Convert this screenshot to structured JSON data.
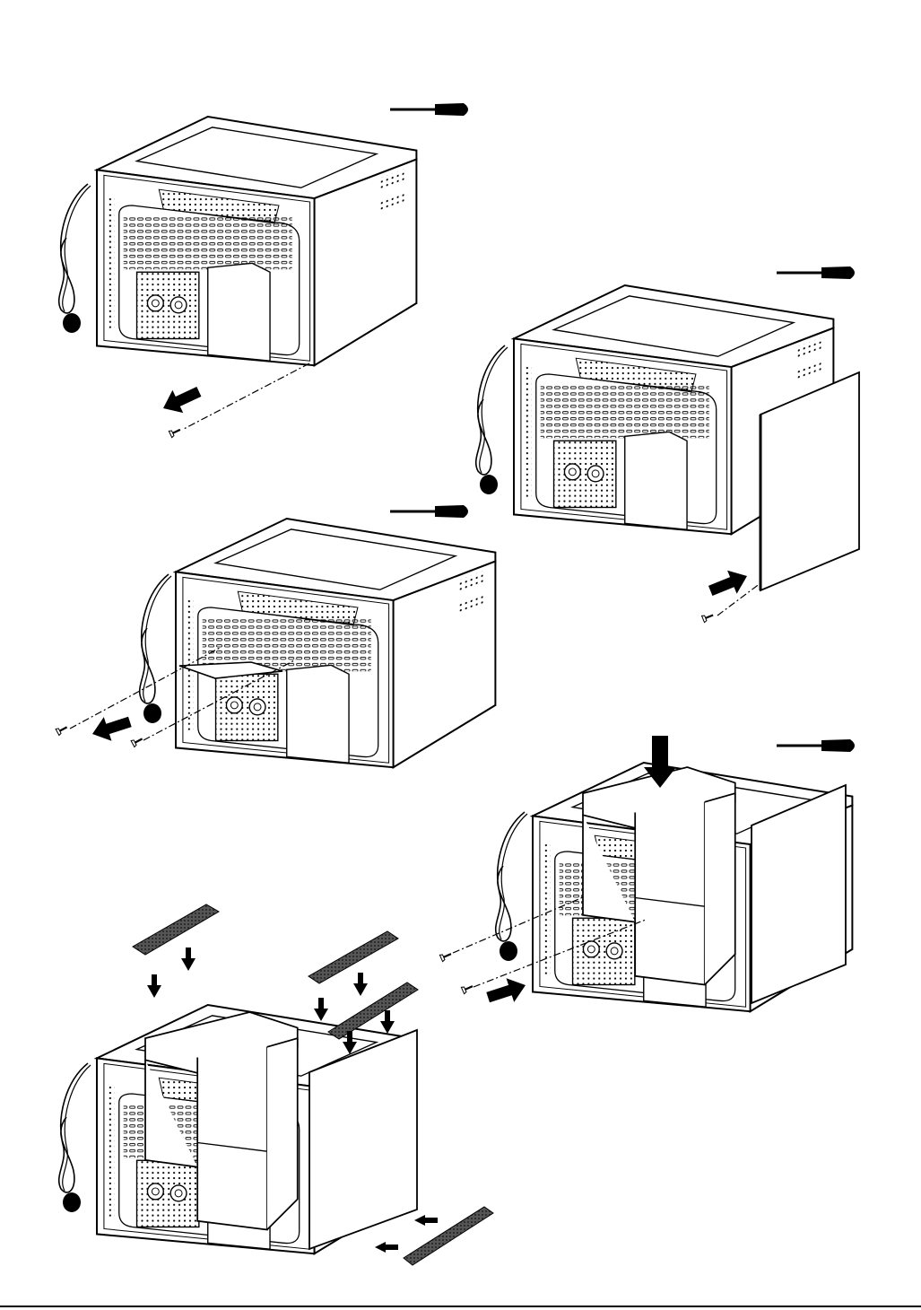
{
  "document": {
    "type": "installation-illustration",
    "steps": [
      {
        "id": "step-1",
        "action": "remove-screw"
      },
      {
        "id": "step-2",
        "action": "attach-side-panel"
      },
      {
        "id": "step-3",
        "action": "remove-two-screws"
      },
      {
        "id": "step-4",
        "action": "mount-top-cover"
      },
      {
        "id": "step-5",
        "action": "attach-trim-strips"
      }
    ],
    "tool": "screwdriver-icon"
  },
  "colors": {
    "line": "#000000",
    "fill": "#ffffff",
    "tool": "#000000",
    "arrow": "#000000",
    "strip": "#3a3a3a"
  }
}
